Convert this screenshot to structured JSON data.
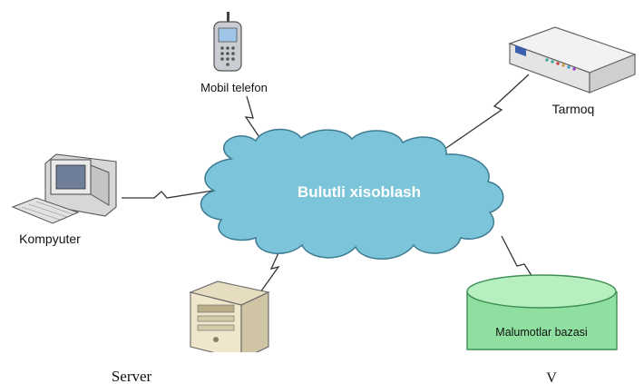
{
  "diagram": {
    "center_label": "Bulutli xisoblash",
    "nodes": {
      "phone": "Mobil telefon",
      "network": "Tarmoq",
      "computer": "Kompyuter",
      "database": "Malumotlar bazasi",
      "server": "Server",
      "corner": "V"
    },
    "colors": {
      "cloud_fill": "#7cc4da",
      "cloud_stroke": "#3d7b91",
      "db_fill": "#8fe0a0",
      "db_top": "#b6f0c0",
      "db_stroke": "#3f8f55",
      "link": "#333333"
    },
    "icons": [
      "mobile-phone-icon",
      "network-device-icon",
      "desktop-computer-icon",
      "server-tower-icon",
      "database-icon"
    ]
  }
}
